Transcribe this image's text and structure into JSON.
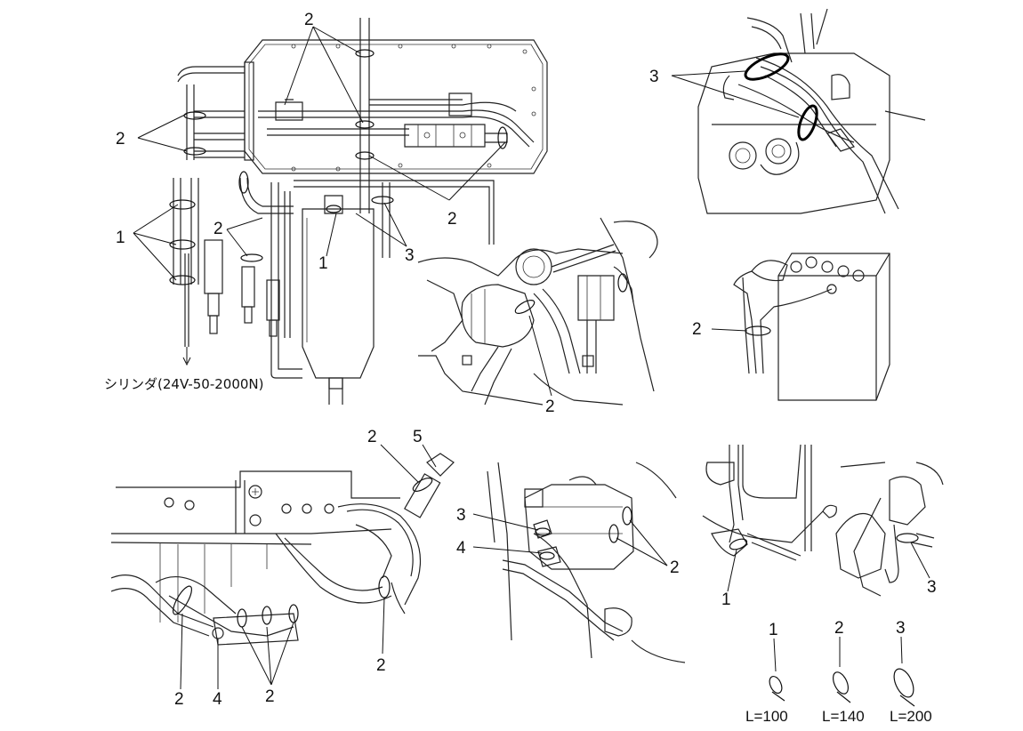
{
  "cylinder_label": "シリンダ(24V-50-2000N)",
  "callouts": {
    "panel_top": "2",
    "panel_left": "2",
    "panel_right": "2",
    "panel_tie_1": "1",
    "panel_tie_1b": "1",
    "panel_tie_2": "2",
    "panel_tie_3": "3",
    "engine_tie": "2",
    "harness_tie": "3",
    "battery_tie": "2",
    "underside_2_top": "2",
    "underside_5": "5",
    "underside_2_bl": "2",
    "underside_4": "4",
    "underside_2_mid": "2",
    "underside_2_right": "2",
    "mid_3": "3",
    "mid_4": "4",
    "mid_2": "2",
    "lever_1": "1",
    "lever_3": "3"
  },
  "tie_legend": [
    {
      "number": "1",
      "length": "L=100"
    },
    {
      "number": "2",
      "length": "L=140"
    },
    {
      "number": "3",
      "length": "L=200"
    }
  ]
}
